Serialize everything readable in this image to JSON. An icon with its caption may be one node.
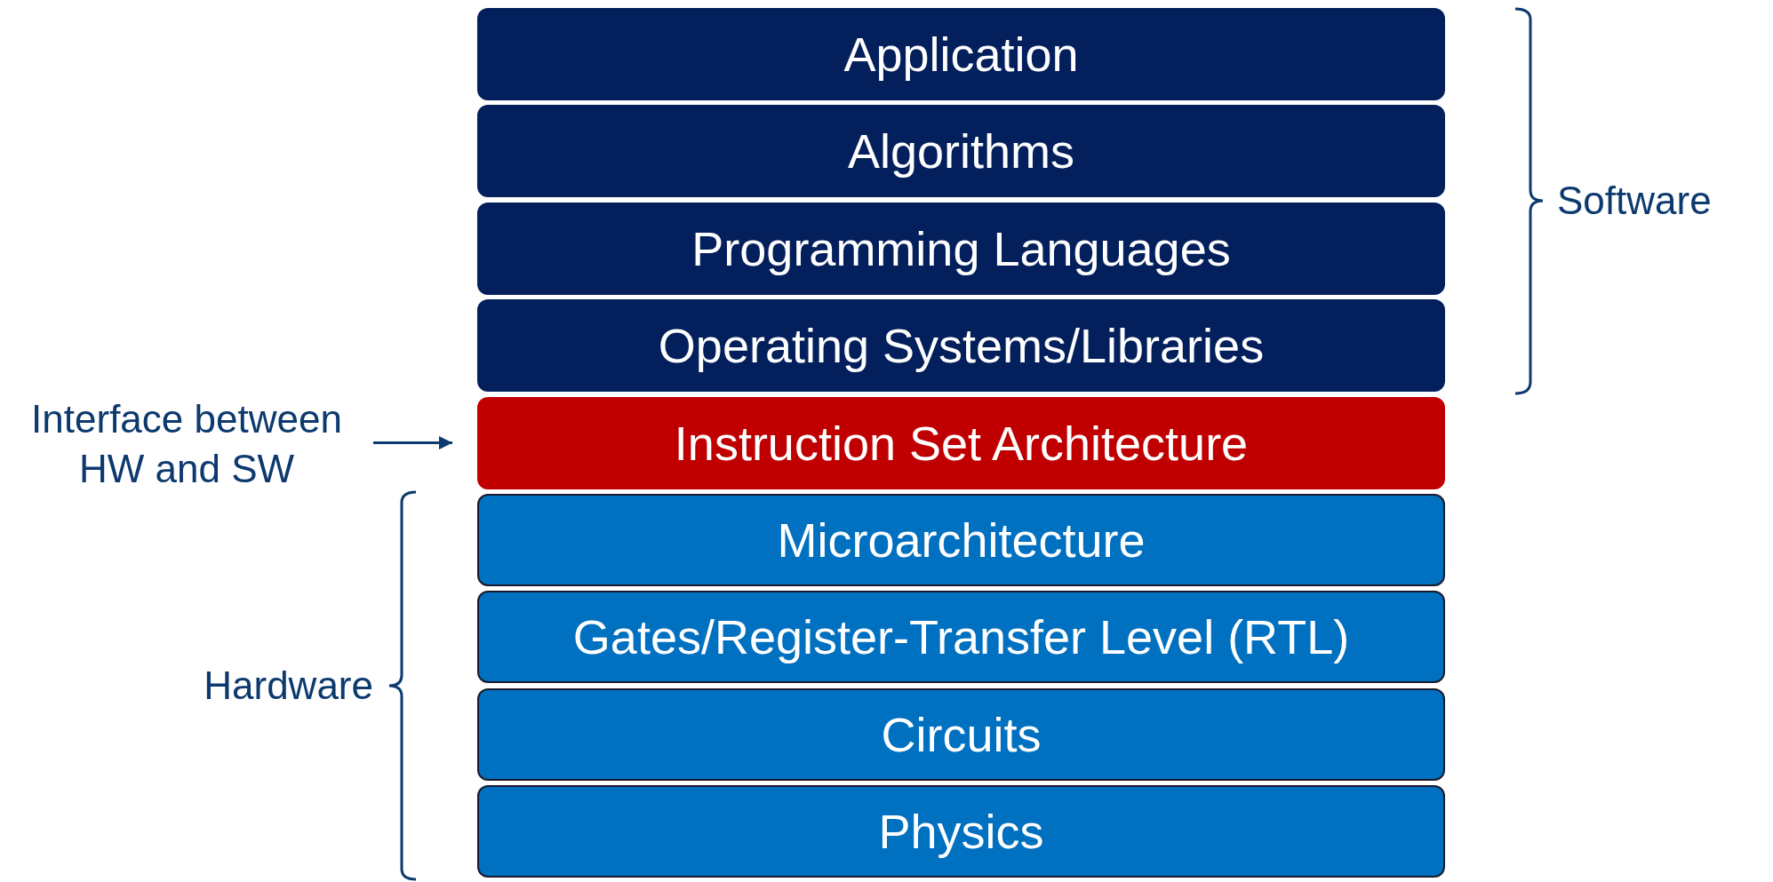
{
  "diagram": {
    "nodes": [
      {
        "text": [
          "Application"
        ]
      },
      {
        "text": [
          "Algorithms"
        ]
      },
      {
        "text": [
          "Programming Languages"
        ]
      },
      {
        "text": [
          "Operating Systems/Libraries"
        ]
      },
      {
        "text": [
          "Instruction Set Architecture"
        ]
      },
      {
        "text": [
          "Microarchitecture"
        ]
      },
      {
        "text": [
          "Gates/Register-Transfer Level (RTL)"
        ]
      },
      {
        "text": [
          "Circuits"
        ]
      },
      {
        "text": [
          "Physics"
        ]
      },
      {
        "text": [
          "Interface between HW and SW"
        ]
      }
    ],
    "edges": [
      {
        "from": 9,
        "to": 4,
        "arrow": "to"
      }
    ],
    "labels": [
      "Software",
      "Hardware"
    ]
  }
}
